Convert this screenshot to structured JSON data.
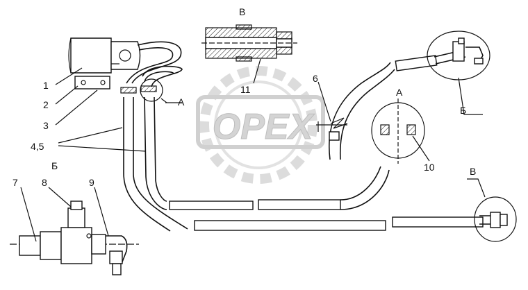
{
  "watermark": {
    "text": "OPEX",
    "color": "#d9d9d9"
  },
  "callouts": {
    "c1": "1",
    "c2": "2",
    "c3": "3",
    "c45": "4,5",
    "c6": "6",
    "c7": "7",
    "c8": "8",
    "c9": "9",
    "c10": "10",
    "c11": "11"
  },
  "view_labels": {
    "view_b_cyr_top": "Б",
    "view_b_cyr_left": "Б",
    "view_v_top": "В",
    "view_v_right": "В",
    "view_a_left": "А",
    "view_a_detail": "А"
  },
  "colors": {
    "ink": "#111111",
    "watermark": "#d9d9d9"
  }
}
